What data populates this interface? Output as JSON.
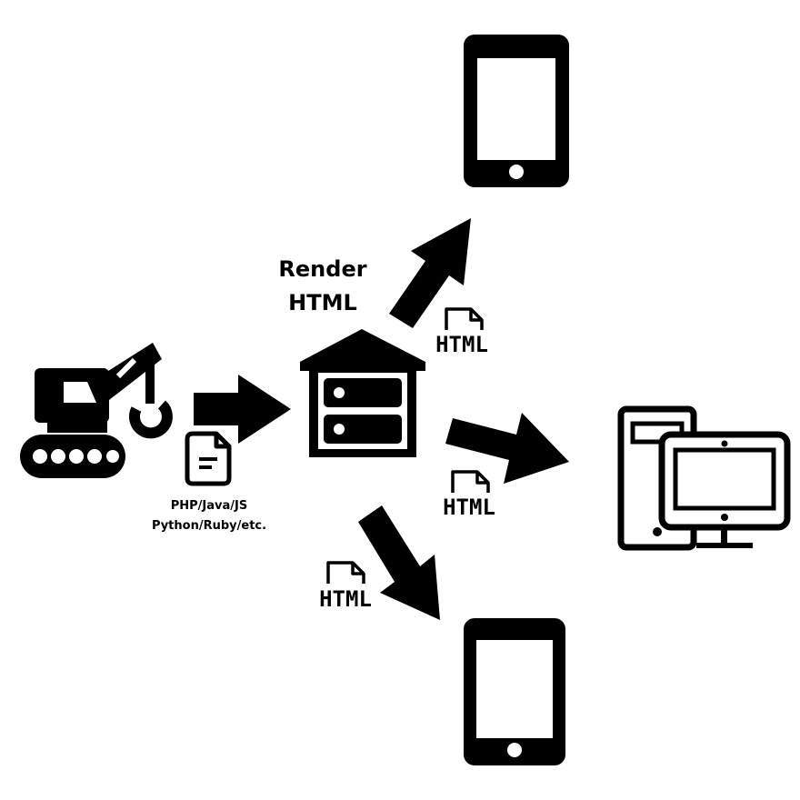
{
  "diagram": {
    "server_label_line1": "Render",
    "server_label_line2": "HTML",
    "source_label_line1": "PHP/Java/JS",
    "source_label_line2": "Python/Ruby/etc.",
    "html_badges": [
      "HTML",
      "HTML",
      "HTML"
    ],
    "icons": [
      "crane-icon",
      "source-file-icon",
      "server-icon",
      "html-file-icon",
      "tablet-icon",
      "desktop-computer-icon"
    ],
    "colors": {
      "ink": "#000000",
      "background": "#ffffff"
    }
  }
}
